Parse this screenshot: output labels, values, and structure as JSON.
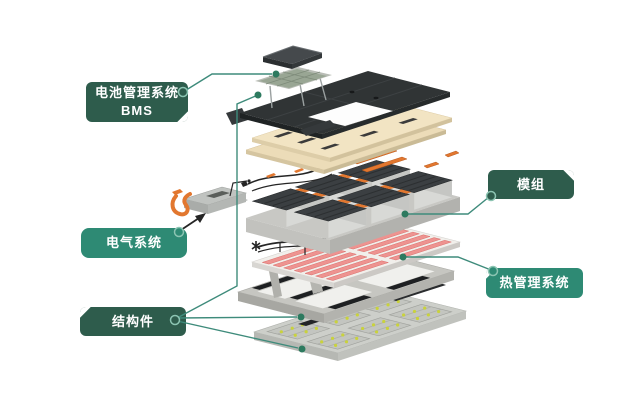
{
  "background": "#ffffff",
  "palette": {
    "label_dark_green": "#2e5c4c",
    "label_teal": "#2e8a74",
    "leader_line": "#3e8b7b",
    "leader_dot": "#2d7a5f",
    "ring_stroke": "#8cc4b2",
    "accent_orange": "#e2772f",
    "cooling_red": "#ee9390",
    "cooling_red_edge": "#d9706d",
    "module_dark": "#3b3f42",
    "sheet_beige": "#f2e4c3",
    "metal_grey": "#c6c6c1",
    "wire_black": "#252525"
  },
  "labels": {
    "bms": {
      "line1": "电池管理系统",
      "line2": "BMS"
    },
    "module": {
      "text": "模组"
    },
    "electrical": {
      "text": "电气系统"
    },
    "structural": {
      "text": "结构件"
    },
    "thermal": {
      "text": "热管理系统"
    }
  },
  "diagram": {
    "type": "exploded-view",
    "subject": "ev-battery-pack",
    "layers": [
      "bms-cover",
      "bms-circuit-board",
      "pack-top-cover",
      "insulation-sheets",
      "busbars-and-wiring",
      "battery-modules",
      "junction-box",
      "liquid-cooling-plates",
      "support-frame",
      "thermal-pads",
      "bottom-tray"
    ]
  }
}
